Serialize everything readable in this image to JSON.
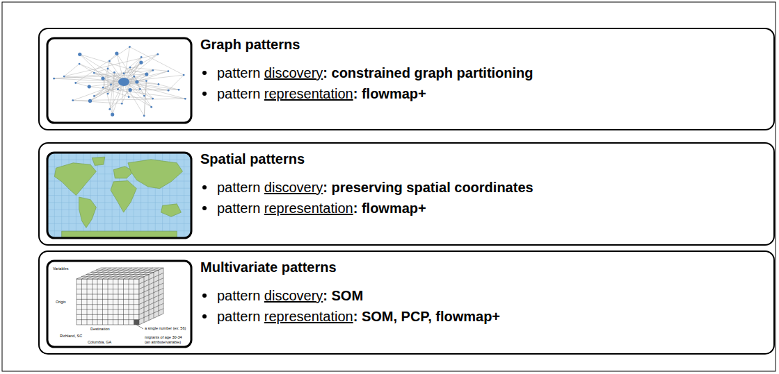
{
  "diagram": {
    "nodes": [
      {
        "text": [
          "Graph patterns",
          "pattern discovery: constrained graph partitioning",
          "pattern representation: flowmap+"
        ]
      },
      {
        "text": [
          "Spatial patterns",
          "pattern discovery: preserving spatial coordinates",
          "pattern representation: flowmap+"
        ]
      },
      {
        "text": [
          "Multivariate patterns",
          "pattern discovery: SOM",
          "pattern representation: SOM, PCP, flowmap+"
        ]
      }
    ],
    "labels": [
      "Variables",
      "Origin",
      "Destination",
      "Richland, SC",
      "Columbia, GA",
      "a single number (ex: 56)",
      "migrants of age 30-34 (an attribute/variable)"
    ]
  }
}
